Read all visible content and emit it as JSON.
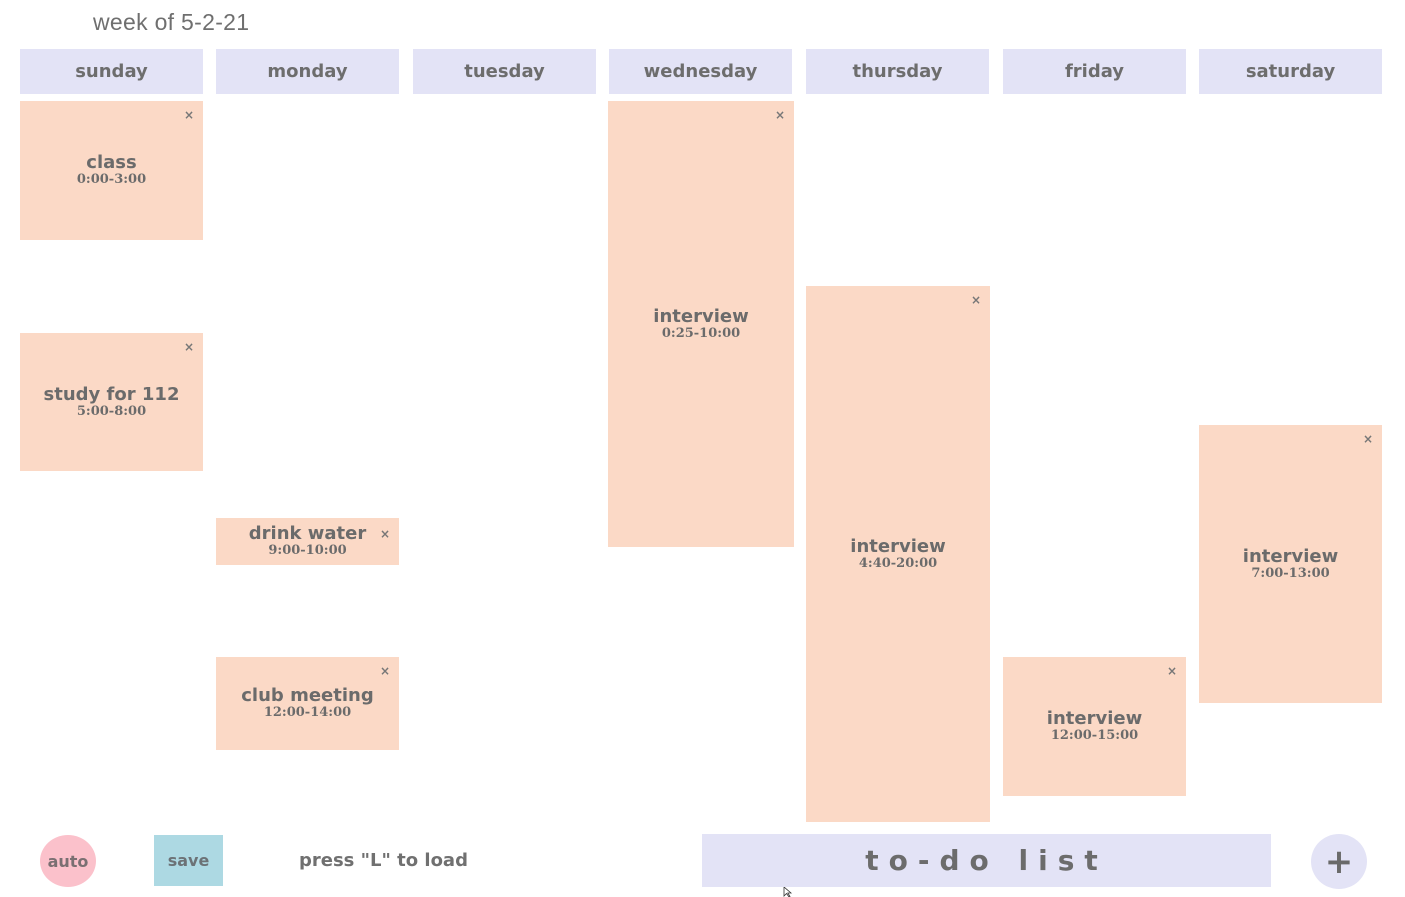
{
  "week": {
    "title": "week of 5-2-21"
  },
  "days": [
    {
      "label": "sunday"
    },
    {
      "label": "monday"
    },
    {
      "label": "tuesday"
    },
    {
      "label": "wednesday"
    },
    {
      "label": "thursday"
    },
    {
      "label": "friday"
    },
    {
      "label": "saturday"
    }
  ],
  "events": {
    "sunday_class": {
      "title": "class",
      "time": "0:00-3:00",
      "close": "×"
    },
    "sunday_study": {
      "title": "study for 112",
      "time": "5:00-8:00",
      "close": "×"
    },
    "monday_water": {
      "title": "drink water",
      "time": "9:00-10:00",
      "close": "×"
    },
    "monday_club": {
      "title": "club meeting",
      "time": "12:00-14:00",
      "close": "×"
    },
    "wednesday_interview": {
      "title": "interview",
      "time": "0:25-10:00",
      "close": "×"
    },
    "thursday_interview": {
      "title": "interview",
      "time": "4:40-20:00",
      "close": "×"
    },
    "friday_interview": {
      "title": "interview",
      "time": "12:00-15:00",
      "close": "×"
    },
    "saturday_interview": {
      "title": "interview",
      "time": "7:00-13:00",
      "close": "×"
    }
  },
  "footer": {
    "auto_label": "auto",
    "save_label": "save",
    "load_hint": "press \"L\" to load",
    "todo_label": "to-do list",
    "add_label": "+"
  },
  "colors": {
    "header_bg": "#e3e3f6",
    "event_bg": "#fbd9c6",
    "auto_bg": "#fbc1cb",
    "save_bg": "#add9e3"
  }
}
